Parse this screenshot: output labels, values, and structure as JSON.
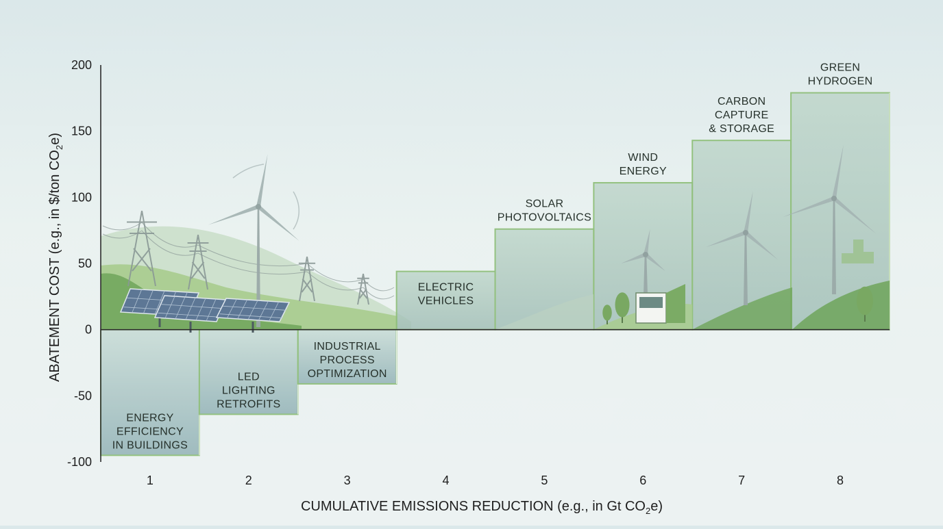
{
  "chart_data": {
    "type": "bar",
    "subtype": "marginal-abatement-cost-curve",
    "xlabel": {
      "main": "CUMULATIVE EMISSIONS REDUCTION (e.g., in Gt CO",
      "sub": "2",
      "tail": "e)"
    },
    "ylabel": {
      "main": "ABATEMENT COST (e.g., in $/ton CO",
      "sub": "2",
      "tail": "e)"
    },
    "xlim": [
      0.5,
      8.5
    ],
    "ylim": [
      -100,
      200
    ],
    "x_ticks": [
      "1",
      "2",
      "3",
      "4",
      "5",
      "6",
      "7",
      "8"
    ],
    "y_ticks": [
      "200",
      "150",
      "100",
      "50",
      "0",
      "-50",
      "-100"
    ],
    "grid": false,
    "series": [
      {
        "label": [
          "ENERGY",
          "EFFICIENCY",
          "IN BUILDINGS"
        ],
        "x": 1,
        "value": -95
      },
      {
        "label": [
          "LED",
          "LIGHTING",
          "RETROFITS"
        ],
        "x": 2,
        "value": -64
      },
      {
        "label": [
          "INDUSTRIAL",
          "PROCESS",
          "OPTIMIZATION"
        ],
        "x": 3,
        "value": -41
      },
      {
        "label": [
          "ELECTRIC",
          "VEHICLES"
        ],
        "x": 4,
        "value": 44
      },
      {
        "label": [
          "SOLAR",
          "PHOTOVOLTAICS"
        ],
        "x": 5,
        "value": 76
      },
      {
        "label": [
          "WIND",
          "ENERGY"
        ],
        "x": 6,
        "value": 111
      },
      {
        "label": [
          "CARBON",
          "CAPTURE",
          "& STORAGE"
        ],
        "x": 7,
        "value": 143
      },
      {
        "label": [
          "GREEN",
          "HYDROGEN"
        ],
        "x": 8,
        "value": 179
      }
    ],
    "colors": {
      "bar_fill": "#b4ccc4",
      "bar_stroke": "#8fbf7a",
      "hill_light": "#a9cc8e",
      "hill_dark": "#6fa55a",
      "structure": "#8a9896",
      "panel": "#5d7795"
    }
  }
}
